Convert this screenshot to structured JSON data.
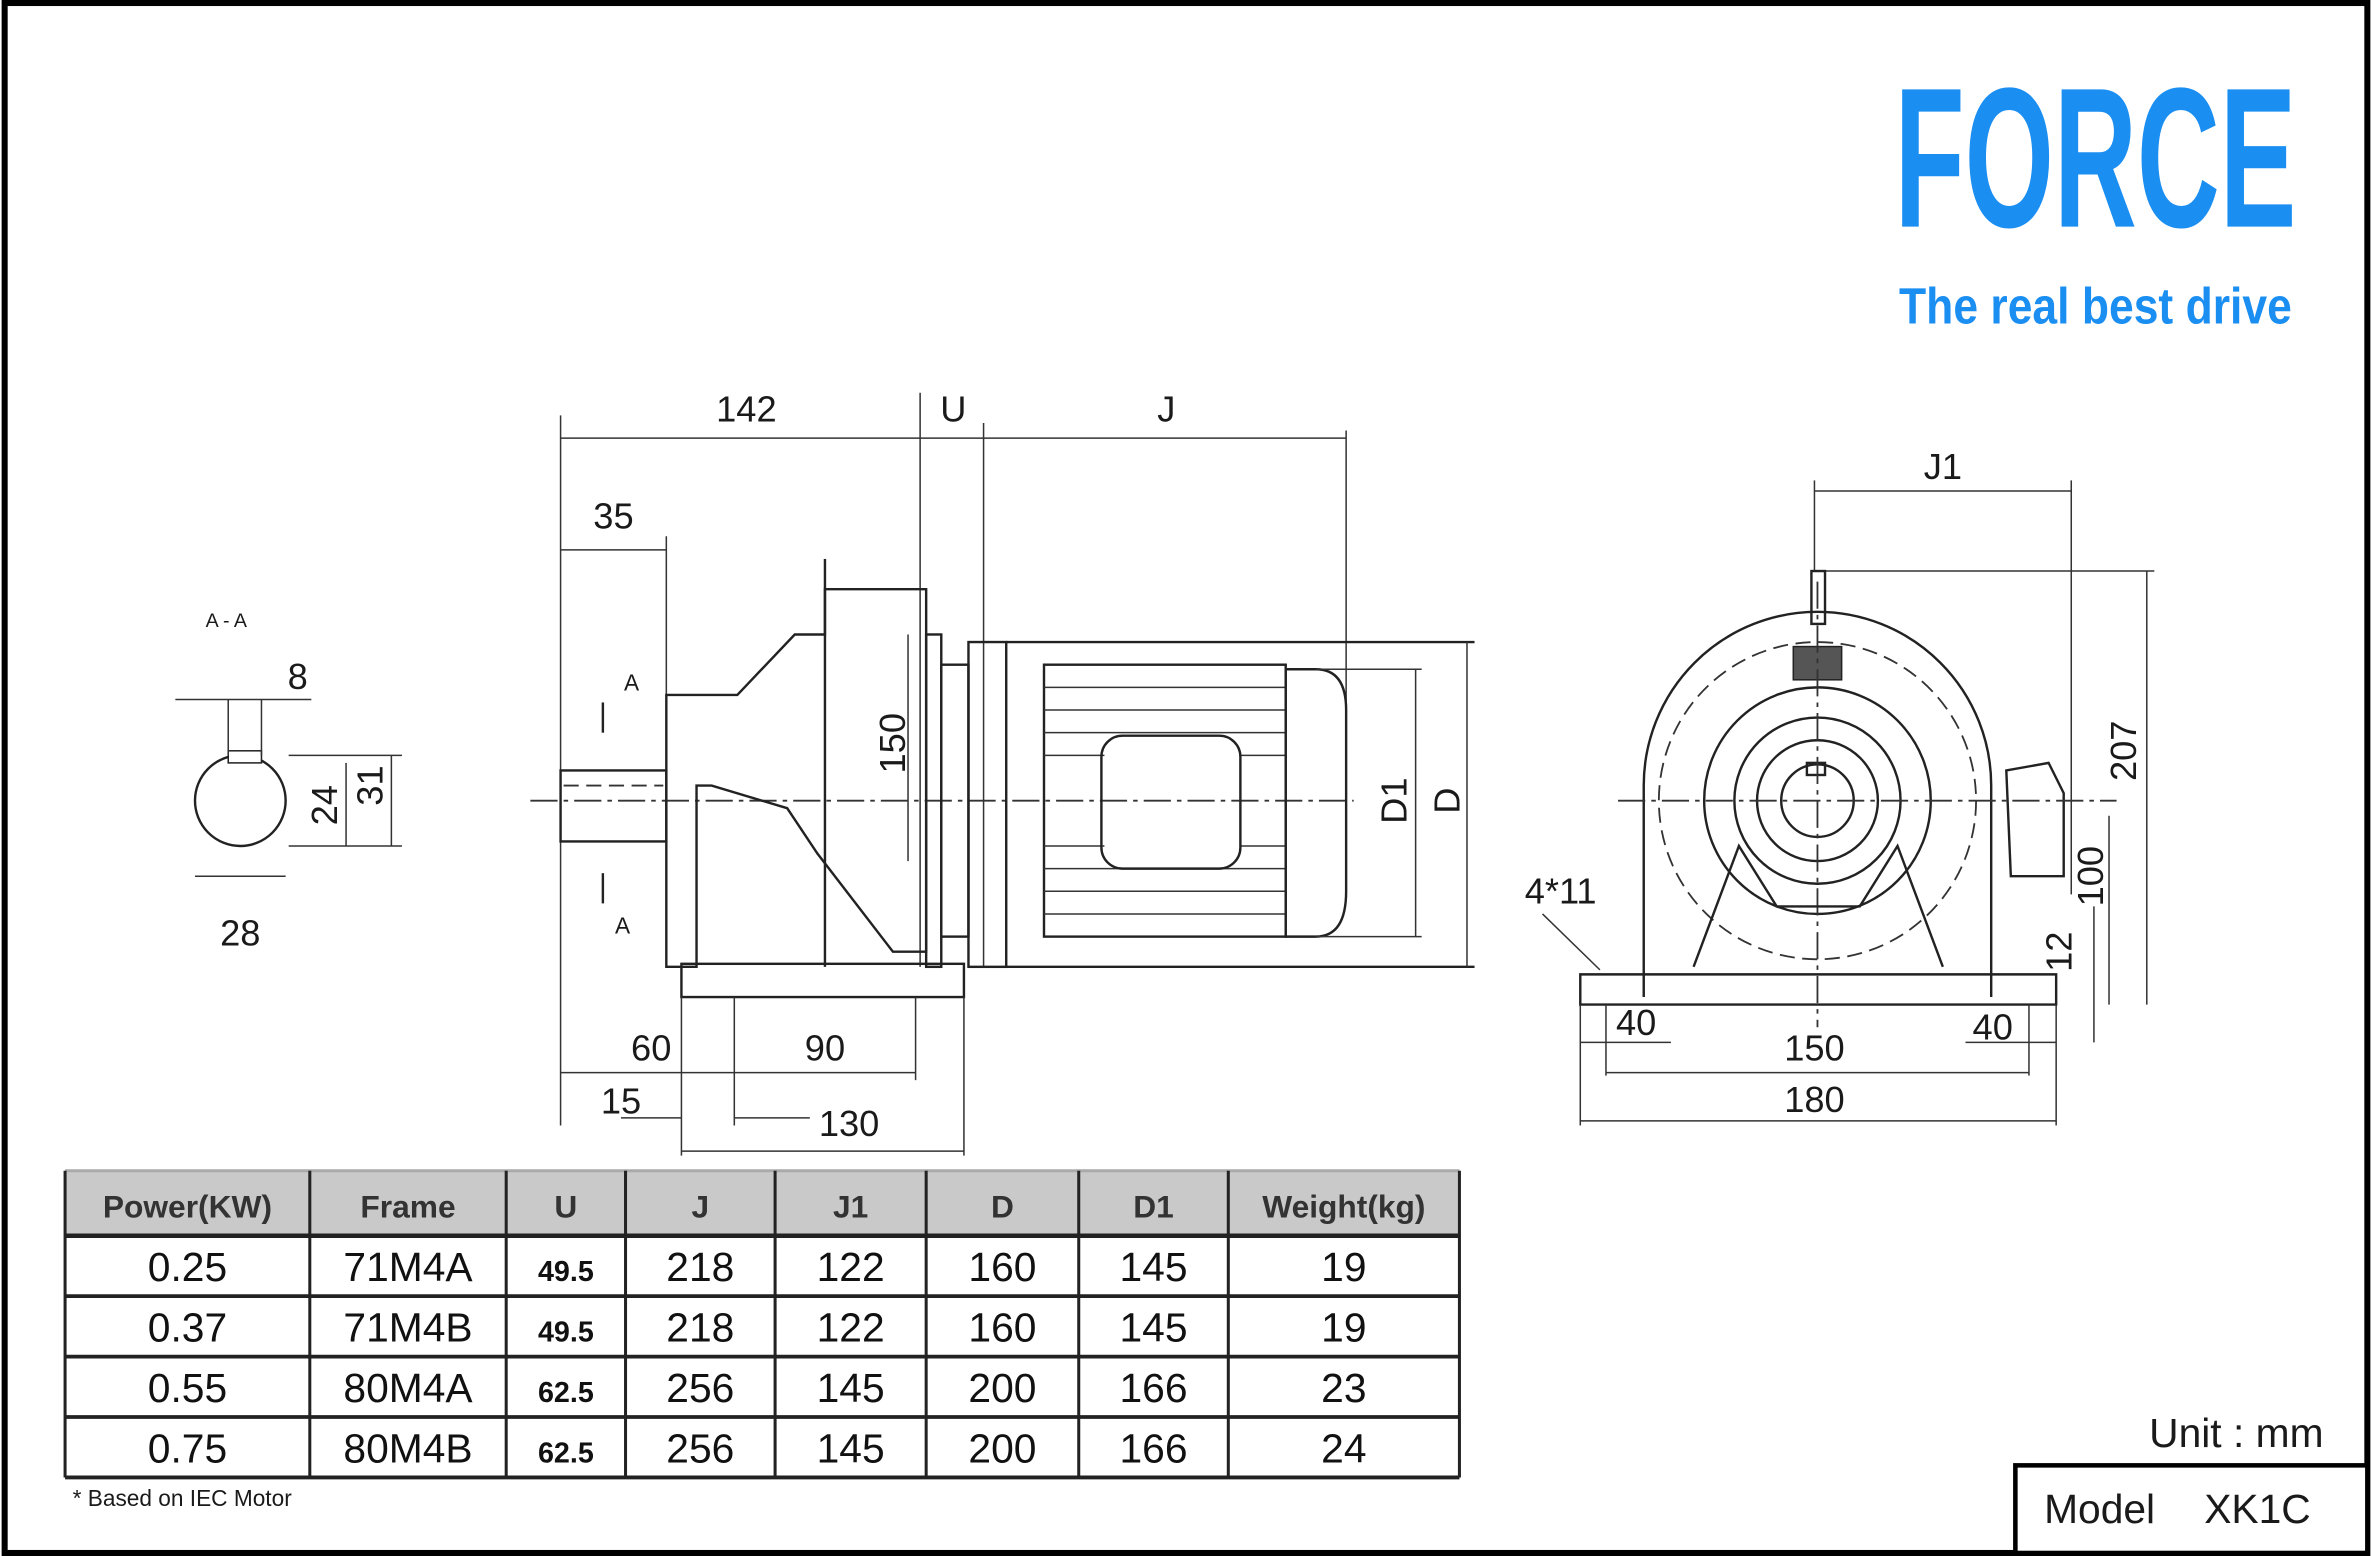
{
  "brand": {
    "name": "FORCE",
    "tagline": "The real best drive",
    "color": "#1b8ef2"
  },
  "section_view": {
    "label": "A - A",
    "dims": {
      "key_width": "8",
      "shaft_height": "24",
      "shaft_key_height": "31",
      "shaft_dia": "28"
    }
  },
  "side_view": {
    "dims": {
      "length_142": "142",
      "u": "U",
      "j": "J",
      "shaft_35": "35",
      "height_150": "150",
      "d1": "D1",
      "d": "D",
      "foot_60": "60",
      "foot_90": "90",
      "foot_15": "15",
      "foot_130": "130",
      "section_mark": "A"
    }
  },
  "front_view": {
    "dims": {
      "j1": "J1",
      "h207": "207",
      "h100": "100",
      "h12": "12",
      "holes": "4*11",
      "w40_left": "40",
      "w40_right": "40",
      "w150": "150",
      "w180": "180"
    }
  },
  "table": {
    "headers": [
      "Power(KW)",
      "Frame",
      "U",
      "J",
      "J1",
      "D",
      "D1",
      "Weight(kg)"
    ],
    "rows": [
      [
        "0.25",
        "71M4A",
        "49.5",
        "218",
        "122",
        "160",
        "145",
        "19"
      ],
      [
        "0.37",
        "71M4B",
        "49.5",
        "218",
        "122",
        "160",
        "145",
        "19"
      ],
      [
        "0.55",
        "80M4A",
        "62.5",
        "256",
        "145",
        "200",
        "166",
        "23"
      ],
      [
        "0.75",
        "80M4B",
        "62.5",
        "256",
        "145",
        "200",
        "166",
        "24"
      ]
    ],
    "footnote": "* Based on IEC Motor"
  },
  "unit": "Unit : mm",
  "model": {
    "label": "Model",
    "value": "XK1C"
  }
}
